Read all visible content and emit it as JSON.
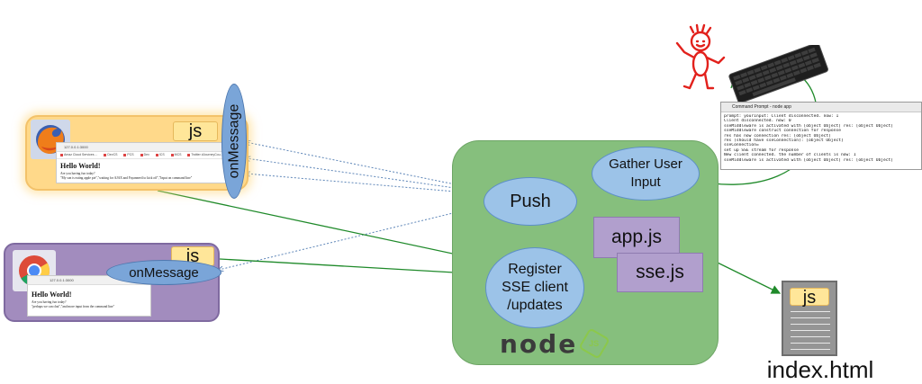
{
  "firefox": {
    "js_label": "js",
    "onmessage_label": "onMessage",
    "url": "127.0.0.1:3000",
    "bookmarks": [
      "Amaz Cloud Services ...",
      "DevCS",
      "PCS",
      "Dev",
      "ICS",
      "MCS",
      "Twitter #JourneyCou..."
    ],
    "heading": "Hello World!",
    "line1": "Are you having fun today?",
    "line2": "\"My son is eating apple pie\",\"waiting for AJAX and Fayanneeil to kick off\",\"Input on command line\""
  },
  "chrome": {
    "js_label": "js",
    "onmessage_label": "onMessage",
    "url": "127.0.0.1:3000",
    "heading": "Hello World!",
    "line1": "Are you having fun today?",
    "line2": "\"perhaps we can chat\",\"and more input from the command line\""
  },
  "server": {
    "push_label": "Push",
    "gather_label": "Gather User Input",
    "register_label": "Register SSE client /updates",
    "appjs_label": "app.js",
    "ssejs_label": "sse.js",
    "logo_text": "node",
    "logo_badge": "JS"
  },
  "cmd": {
    "title": "Command Prompt - node  app",
    "lines": [
      "prompt: yourInput:   Client disconnected. now:  1",
      "Client disconnected. now:  0",
      " sseMiddleware is activated with [object Object] res: [object Object]",
      " sseMiddleware construct connection for response",
      " res has now connection  res: [object Object]",
      "res (should have sseConnection): [object Object]",
      "sseConnection=",
      "set up SSE stream for response",
      "New client connected. the number of clients is now:  1",
      " sseMiddleware is activated with [object Object] res: [object Object]"
    ]
  },
  "doc": {
    "js_label": "js",
    "file_label": "index.html"
  },
  "colors": {
    "arrow_green": "#1f8a2a",
    "dotted_blue": "#5e86b8",
    "server_green": "#86bf7d",
    "ellipse_blue": "#9cc3e8",
    "purple": "#b19fcd",
    "firefox_card": "#ffd98a",
    "chrome_card": "#a28cbe",
    "js_tag": "#ffe699",
    "stick_figure_red": "#e2211c"
  }
}
